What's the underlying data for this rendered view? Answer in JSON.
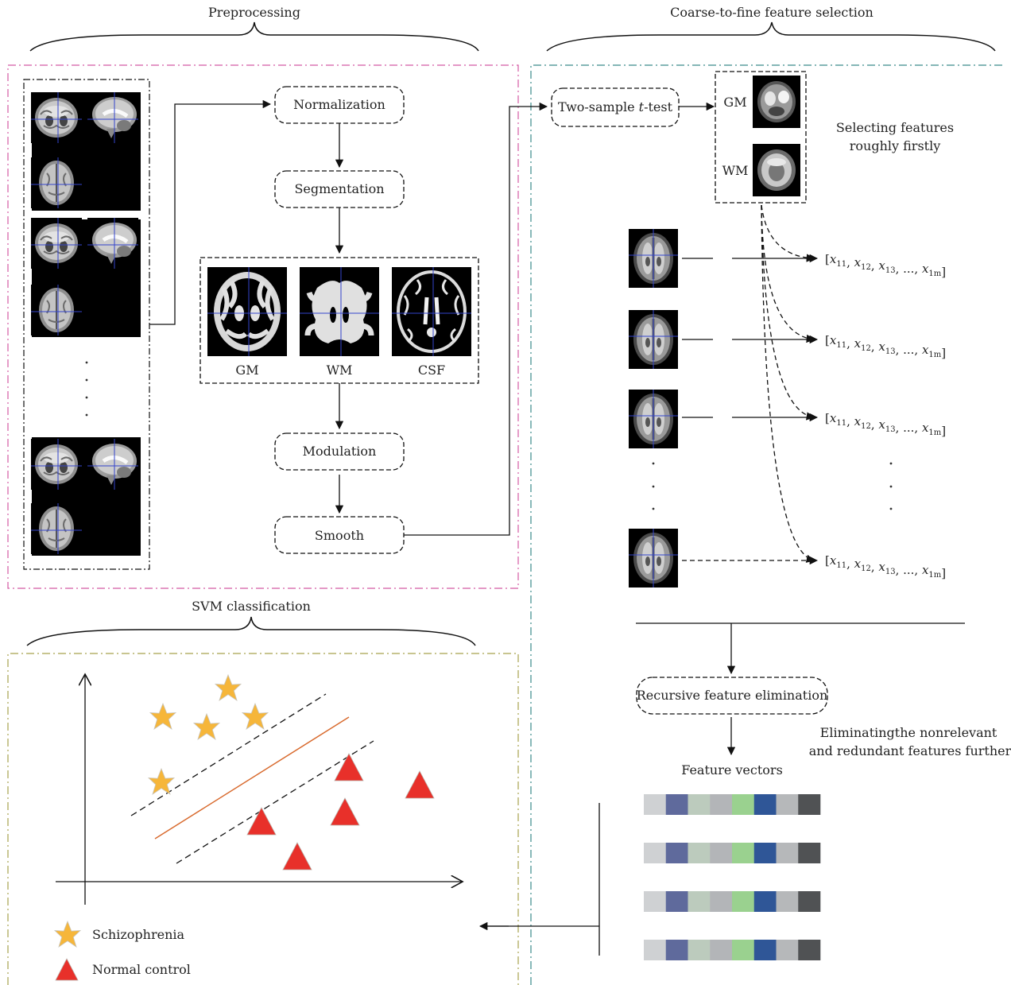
{
  "sections": {
    "preprocessing": "Preprocessing",
    "feature_selection": "Coarse-to-fine feature selection",
    "svm": "SVM classification"
  },
  "steps": {
    "normalization": "Normalization",
    "segmentation": "Segmentation",
    "modulation": "Modulation",
    "smooth": "Smooth",
    "ttest_prefix": "Two-sample ",
    "ttest_t": "t",
    "ttest_suffix": "-test",
    "rfe": "Recursive feature elimination",
    "feature_vectors": "Feature vectors"
  },
  "tissue_labels": [
    "GM",
    "WM",
    "CSF"
  ],
  "mask_labels": [
    "GM",
    "WM"
  ],
  "notes": {
    "rough_line1": "Selecting features",
    "rough_line2": "roughly firstly",
    "elim_line1": "Eliminatingthe nonrelevant",
    "elim_line2": "and redundant features further"
  },
  "vector_formula": [
    "x",
    "11",
    "x",
    "12",
    "x",
    "13",
    "...",
    "x",
    "1m"
  ],
  "vector_rows": 4,
  "vector_colors": [
    "#cfd1d3",
    "#5f6a9c",
    "#bccbbd",
    "#b3b5b8",
    "#9ad18f",
    "#2f5697",
    "#b6b8ba",
    "#505254"
  ],
  "legend": {
    "schizophrenia": "Schizophrenia",
    "normal": "Normal control"
  },
  "colors": {
    "preprocessing_border": "#d45aa3",
    "selection_border": "#3a8a8a",
    "svm_border": "#a6a24e",
    "star": "#f6b63a",
    "triangle": "#e8302a",
    "hyperplane": "#d8692c"
  }
}
